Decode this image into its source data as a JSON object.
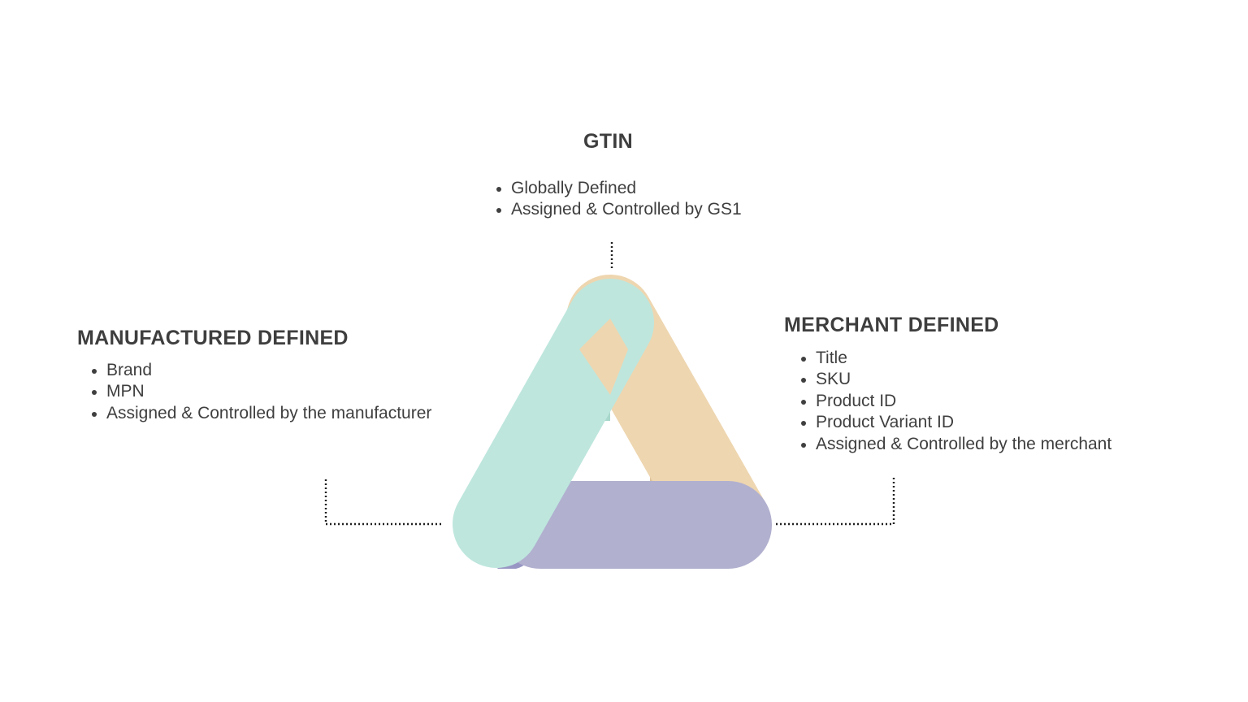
{
  "colors": {
    "gtin_band": "#eed6b0",
    "manufacturer_band": "#bee6dd",
    "merchant_band": "#b1b0cf",
    "text": "#3f3f3f",
    "connector": "#1f1f1f"
  },
  "gtin": {
    "title": "GTIN",
    "points": [
      "Globally Defined",
      "Assigned & Controlled by GS1"
    ]
  },
  "manufacturer": {
    "title": "MANUFACTURED DEFINED",
    "points": [
      "Brand",
      "MPN",
      "Assigned & Controlled by the manufacturer"
    ]
  },
  "merchant": {
    "title": "MERCHANT DEFINED",
    "points": [
      "Title",
      "SKU",
      "Product ID",
      "Product Variant ID",
      "Assigned & Controlled by the merchant"
    ]
  }
}
